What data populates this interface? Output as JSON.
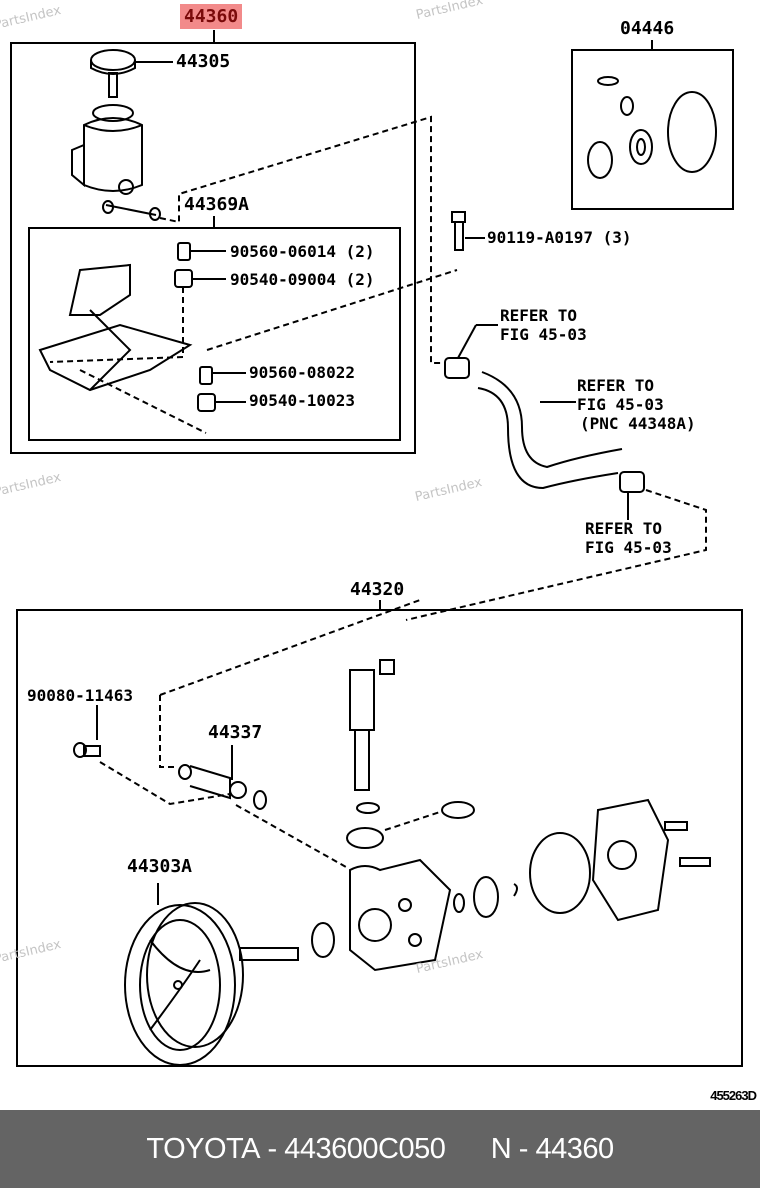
{
  "diagram": {
    "figure_code": "455263D",
    "watermark": "PartsIndex",
    "groups": {
      "reservoir_assembly": {
        "pnc": "44360",
        "highlighted": true,
        "highlight_color": "#f28a8a"
      },
      "reservoir_bracket": {
        "pnc": "44369A"
      },
      "gasket_kit": {
        "pnc": "04446"
      },
      "vane_pump_assembly": {
        "pnc": "44320"
      }
    },
    "callouts": {
      "cap": "44305",
      "p1": "90560-06014 (2)",
      "p2": "90540-09004 (2)",
      "p3": "90560-08022",
      "p4": "90540-10023",
      "bolt": "90119-A0197 (3)",
      "clamp_top_l1": "REFER TO",
      "clamp_top_l2": "FIG 45-03",
      "hose_l1": "REFER TO",
      "hose_l2": "FIG 45-03",
      "hose_l3": "(PNC 44348A)",
      "clamp_bot_l1": "REFER TO",
      "clamp_bot_l2": "FIG 45-03",
      "union_bolt": "90080-11463",
      "pipe": "44337",
      "pulley": "44303A"
    }
  },
  "footer": {
    "brand": "TOYOTA",
    "part_number": "443600C050",
    "separator": " - ",
    "n_label": "N",
    "n_value": "44360"
  }
}
